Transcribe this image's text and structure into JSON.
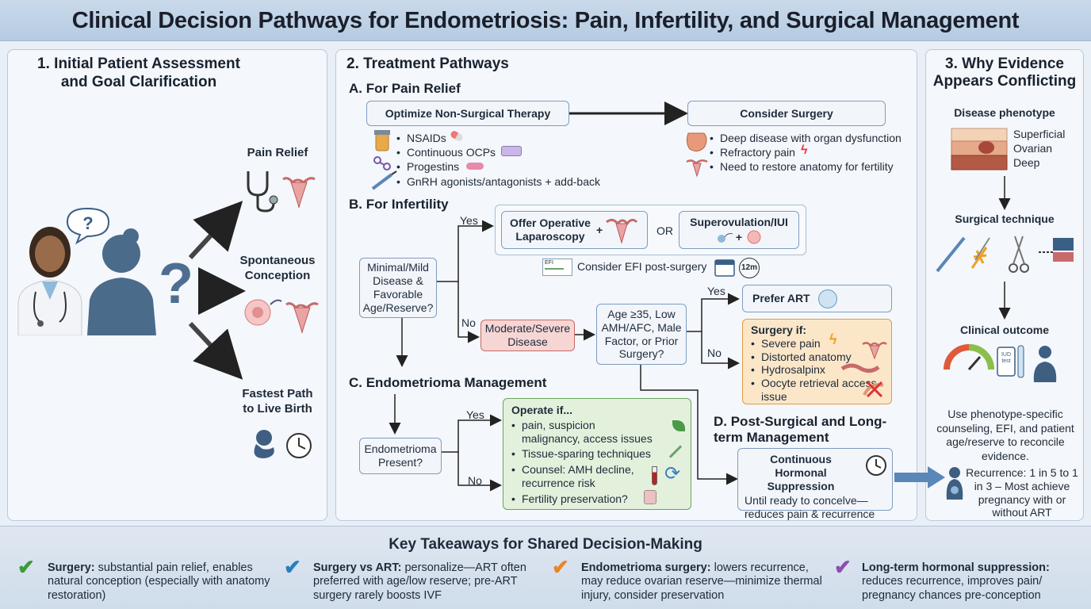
{
  "title": "Clinical Decision Pathways for Endometriosis: Pain, Infertility, and Surgical Management",
  "panel1": {
    "title_l1": "1. Initial Patient Assessment",
    "title_l2": "and Goal Clarification",
    "goal1": "Pain Relief",
    "goal2_l1": "Spontaneous",
    "goal2_l2": "Conception",
    "goal3_l1": "Fastest Path",
    "goal3_l2": "to Live Birth",
    "q_mark": "?"
  },
  "panel2": {
    "title": "2. Treatment Pathways",
    "a_title": "A. For Pain Relief",
    "nonsurgical": "Optimize Non-Surgical Therapy",
    "surgery": "Consider Surgery",
    "nonsurg_items": [
      "NSAIDs",
      "Continuous OCPs",
      "Progestins",
      "GnRH agonists/antagonists + add-back"
    ],
    "surg_items": [
      "Deep disease with organ dysfunction",
      "Refractory pain",
      "Need to restore anatomy for fertility"
    ],
    "b_title": "B. For Infertility",
    "minimal": "Minimal/Mild Disease & Favorable Age/Reserve?",
    "yes": "Yes",
    "no": "No",
    "laparoscopy": "Offer Operative Laparoscopy",
    "plus": "+",
    "or": "OR",
    "iui": "Superovulation/IUI",
    "efi_label": "EFI",
    "efi": "Consider EFI post-surgery",
    "month12": "12m",
    "moderate": "Moderate/Severe Disease",
    "age": "Age ≥35, Low AMH/AFC, Male Factor, or Prior Surgery?",
    "art": "Prefer ART",
    "surgery_if": "Surgery if:",
    "surgery_if_items": [
      "Severe pain",
      "Distorted anatomy",
      "Hydrosalpinx",
      "Oocyte retrieval access issue"
    ],
    "c_title": "C. Endometrioma Management",
    "endo_present": "Endometrioma Present?",
    "operate_if": "Operate if...",
    "operate_items": [
      "pain, suspicion malignancy, access issues",
      "Tissue-sparing techniques",
      "Counsel: AMH decline, recurrence risk",
      "Fertility preservation?"
    ],
    "d_title_l1": "D. Post-Surgical and Long-",
    "d_title_l2": "term Management",
    "hormonal_title": "Continuous Hormonal Suppression",
    "hormonal_text": "Until ready to concelve—reduces pain & recurrence"
  },
  "panel3": {
    "title_l1": "3. Why Evidence",
    "title_l2": "Appears Conflicting",
    "phenotype": "Disease phenotype",
    "layers": [
      "Superficial",
      "Ovarian",
      "Deep"
    ],
    "technique": "Surgical technique",
    "outcome": "Clinical outcome",
    "iud_label": "IUD test",
    "summary": "Use phenotype-specific counseling, EFI, and patient age/reserve to reconcile evidence.",
    "recurrence": "Recurrence: 1 in 5 to 1 in 3 – Most achieve pregnancy with or without ART"
  },
  "takeaways": {
    "title": "Key Takeaways for Shared Decision-Making",
    "items": [
      {
        "head": "Surgery:",
        "text": " substantial pain relief, enables natural conception (especially with anatomy restoration)",
        "color": "#3d9a3a"
      },
      {
        "head": "Surgery vs ART:",
        "text": " personalize—ART often preferred with age/low reserve; pre-ART surgery rarely boosts IVF",
        "color": "#2b7fbf"
      },
      {
        "head": "Endometrioma surgery:",
        "text": " lowers recurrence, may reduce ovarian reserve—minimize thermal injury, consider preservation",
        "color": "#e8862a"
      },
      {
        "head": "Long-term hormonal suppression:",
        "text": " reduces recurrence, improves pain/ pregnancy chances pre-conception",
        "color": "#8a4fb0"
      }
    ]
  },
  "colors": {
    "accent_blue": "#7f9cc0",
    "moderate_red": "#f6d6d4",
    "surgery_orange": "#fbe7c8",
    "operate_green": "#e3f1dc"
  }
}
